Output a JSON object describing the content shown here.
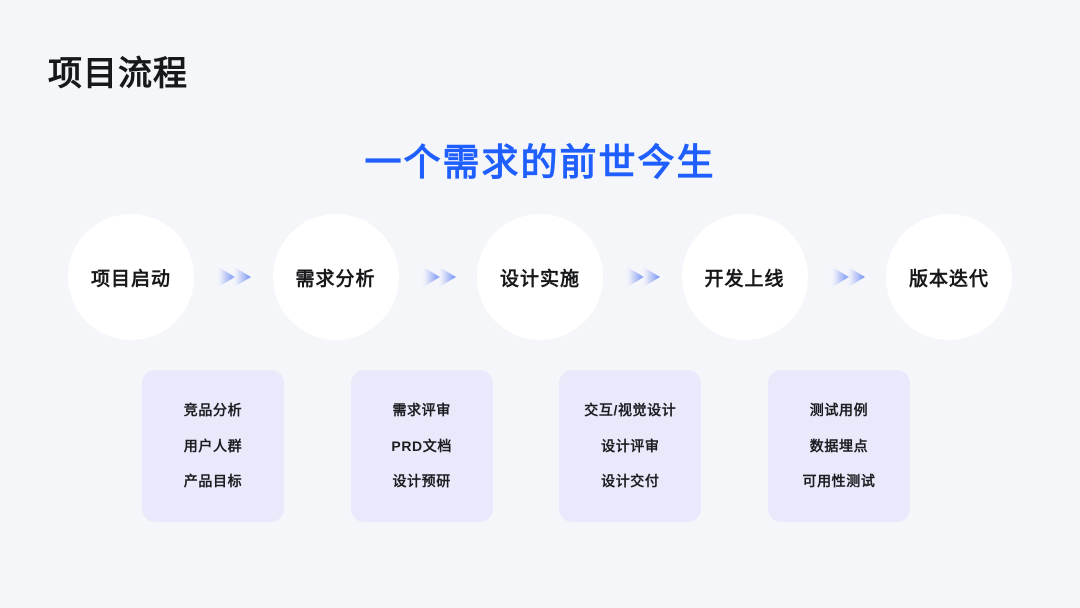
{
  "page": {
    "title": "项目流程",
    "subtitle": "一个需求的前世今生",
    "background_color": "#f5f6f9",
    "accent_color": "#1f5fff",
    "card_color": "#e8eafc",
    "circle_color": "#ffffff"
  },
  "flow": {
    "arrow_icon": "double-chevron-right-icon",
    "steps": [
      {
        "label": "项目启动"
      },
      {
        "label": "需求分析"
      },
      {
        "label": "设计实施"
      },
      {
        "label": "开发上线"
      },
      {
        "label": "版本迭代"
      }
    ]
  },
  "detail_cards": [
    {
      "items": [
        "竞品分析",
        "用户人群",
        "产品目标"
      ]
    },
    {
      "items": [
        "需求评审",
        "PRD文档",
        "设计预研"
      ]
    },
    {
      "items": [
        "交互/视觉设计",
        "设计评审",
        "设计交付"
      ]
    },
    {
      "items": [
        "测试用例",
        "数据埋点",
        "可用性测试"
      ]
    }
  ]
}
